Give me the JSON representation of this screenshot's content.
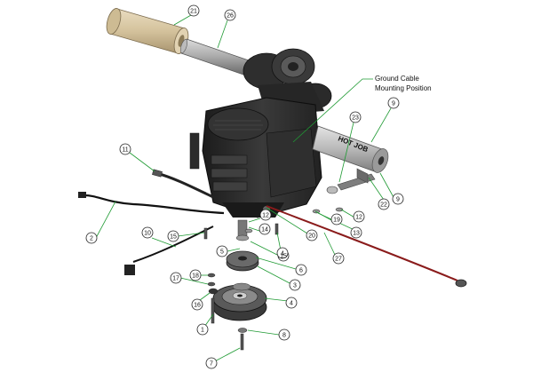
{
  "note": {
    "line1": "Ground Cable",
    "line2": "Mounting Position"
  },
  "muffler_label": "HOT JOB",
  "colors": {
    "leader": "#1f9a33",
    "cable": "#8a1b1b",
    "engine": "#2b2b2b",
    "filter": "#d8c7a4"
  },
  "callouts": [
    "21",
    "26",
    "9",
    "23",
    "11",
    "12",
    "14",
    "15",
    "19",
    "20",
    "2",
    "10",
    "5",
    "4",
    "6",
    "12",
    "13",
    "22",
    "9",
    "27",
    "15",
    "3",
    "18",
    "17",
    "4",
    "16",
    "1",
    "8",
    "7"
  ]
}
